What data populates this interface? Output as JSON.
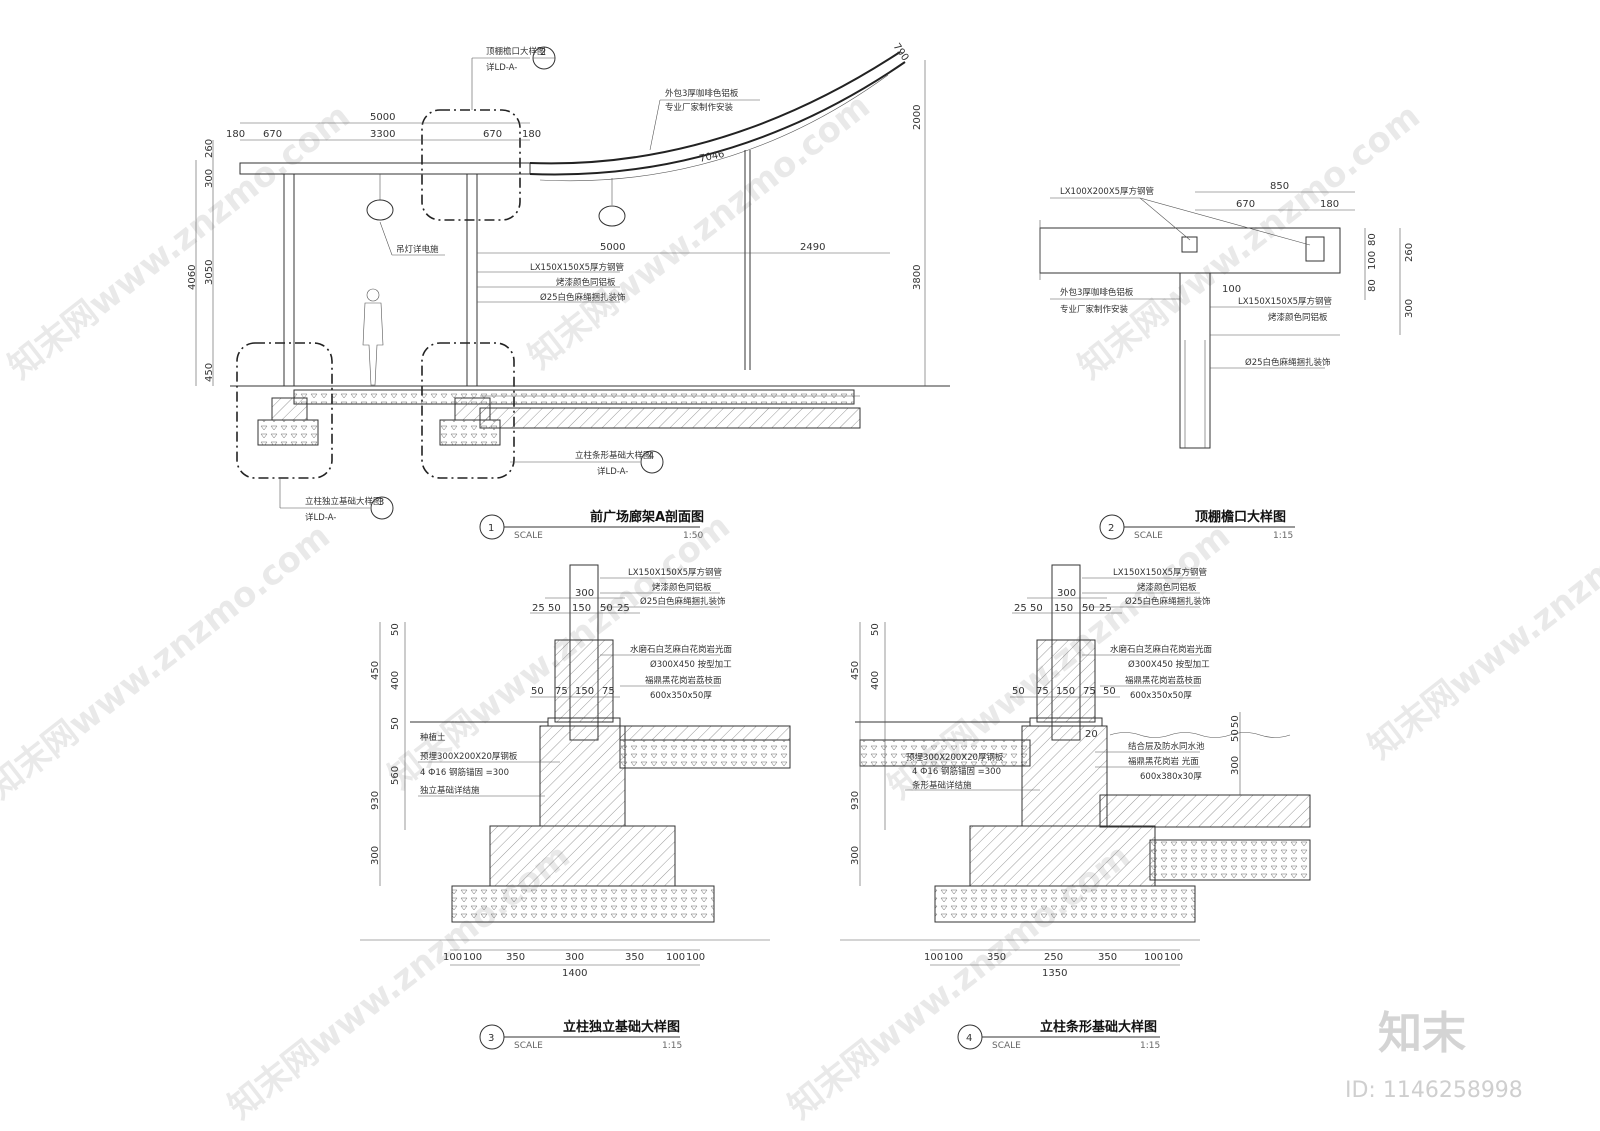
{
  "watermark": {
    "text": "知末网www.znzmo.com",
    "logo": "知末",
    "id": "ID: 1146258998"
  },
  "views": {
    "v1": {
      "number": "1",
      "title": "前广场廊架A剖面图",
      "scale_label": "SCALE",
      "scale": "1:50",
      "top_dims": [
        "5000",
        "180",
        "670",
        "3300",
        "670",
        "180"
      ],
      "left_dims": [
        "260",
        "300",
        "3050",
        "450",
        "4060"
      ],
      "mid_dims": [
        "5000",
        "2490"
      ],
      "right_dims": [
        "2000",
        "3800"
      ],
      "curve_dims": [
        "7046",
        "790"
      ],
      "callout2_title": "顶棚檐口大样图",
      "callout2_ref": "详LD-A-",
      "callout2_num": "2",
      "callout2_sheet": "—",
      "callout3_title": "立柱独立基础大样图",
      "callout3_ref": "详LD-A-",
      "callout3_num": "3",
      "callout4_title": "立柱条形基础大样图",
      "callout4_ref": "详LD-A-",
      "callout4_num": "4",
      "note_cladding_1": "外包3厚咖啡色铝板",
      "note_cladding_2": "专业厂家制作安装",
      "note_lamp": "吊灯详电施",
      "note_tube": "LX150X150X5厚方钢管",
      "note_paint": "烤漆颜色同铝板",
      "note_rope": "Ø25白色麻绳捆扎装饰"
    },
    "v2": {
      "number": "2",
      "title": "顶棚檐口大样图",
      "scale_label": "SCALE",
      "scale": "1:15",
      "dims": [
        "850",
        "670",
        "180",
        "80",
        "100",
        "80",
        "260",
        "300",
        "100"
      ],
      "note_tube_top": "LX100X200X5厚方钢管",
      "note_cladding_1": "外包3厚咖啡色铝板",
      "note_cladding_2": "专业厂家制作安装",
      "note_tube": "LX150X150X5厚方钢管",
      "note_paint": "烤漆颜色同铝板",
      "note_rope": "Ø25白色麻绳捆扎装饰"
    },
    "v3": {
      "number": "3",
      "title": "立柱独立基础大样图",
      "scale_label": "SCALE",
      "scale": "1:15",
      "top_dims": [
        "300",
        "25",
        "50",
        "150",
        "50",
        "25"
      ],
      "mid_dims": [
        "50",
        "75",
        "150",
        "75"
      ],
      "left_dims": [
        "50",
        "450",
        "400",
        "50",
        "560",
        "930",
        "300"
      ],
      "bottom_dims": [
        "100",
        "100",
        "350",
        "300",
        "350",
        "100",
        "100",
        "1400"
      ],
      "note_tube": "LX150X150X5厚方钢管",
      "note_paint": "烤漆颜色同铝板",
      "note_rope": "Ø25白色麻绳捆扎装饰",
      "note_stone": "水磨石白芝麻白花岗岩光面",
      "note_stone_size": "Ø300X450  按型加工",
      "note_granite": "福鼎黑花岗岩荔枝面",
      "note_granite_size": "600x350x50厚",
      "note_soil": "种植土",
      "note_plate": "预埋300X200X20厚钢板",
      "note_bar": "4 Ф16 钢筋锚固 =300",
      "note_found": "独立基础详结施"
    },
    "v4": {
      "number": "4",
      "title": "立柱条形基础大样图",
      "scale_label": "SCALE",
      "scale": "1:15",
      "top_dims": [
        "300",
        "25",
        "50",
        "150",
        "50",
        "25"
      ],
      "mid_dims": [
        "50",
        "75",
        "150",
        "75",
        "50"
      ],
      "left_dims": [
        "50",
        "450",
        "400",
        "930",
        "300"
      ],
      "right_dims": [
        "50",
        "50",
        "300",
        "20"
      ],
      "bottom_dims": [
        "100",
        "100",
        "350",
        "250",
        "350",
        "100",
        "100",
        "1350"
      ],
      "note_tube": "LX150X150X5厚方钢管",
      "note_paint": "烤漆颜色同铝板",
      "note_rope": "Ø25白色麻绳捆扎装饰",
      "note_stone": "水磨石白芝麻白花岗岩光面",
      "note_stone_size": "Ø300X450  按型加工",
      "note_granite": "福鼎黑花岗岩荔枝面",
      "note_granite_size": "600x350x50厚",
      "note_waterproof": "结合层及防水同水池",
      "note_pool_granite": "福鼎黑花岗岩  光面",
      "note_pool_size": "600x380x30厚",
      "note_plate": "预埋300X200X20厚钢板",
      "note_bar": "4 Ф16 钢筋锚固 =300",
      "note_found": "条形基础详结施"
    }
  }
}
